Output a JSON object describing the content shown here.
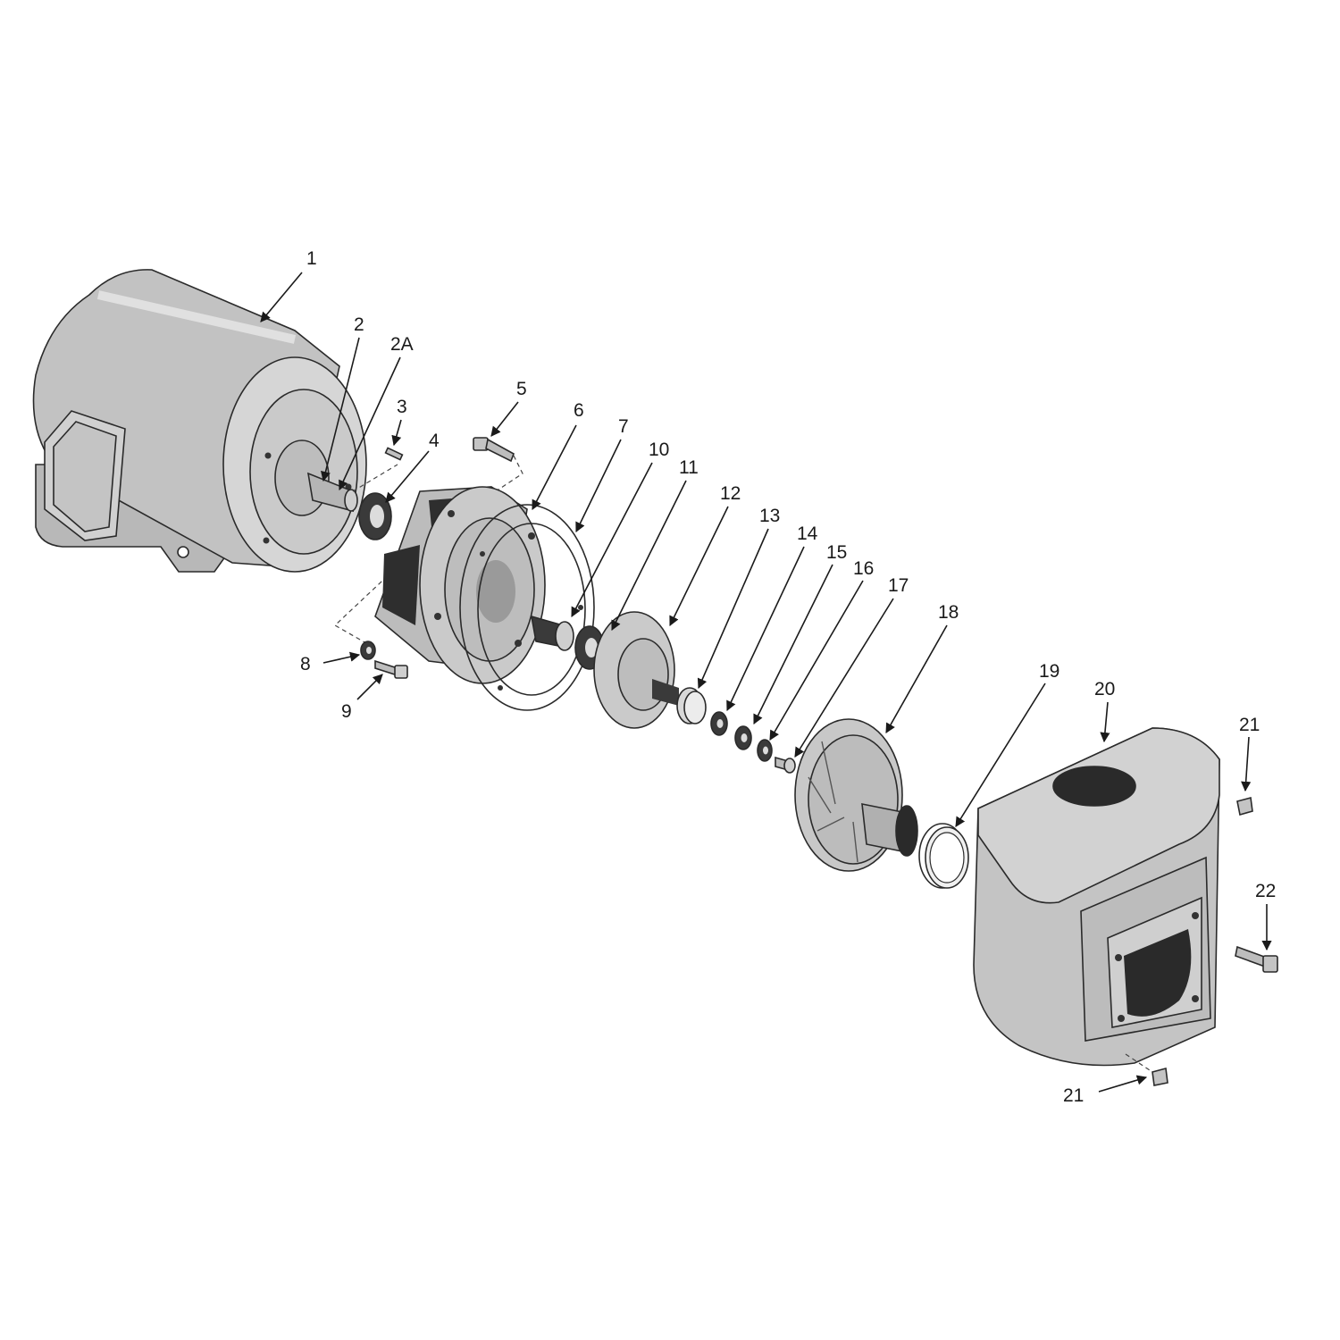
{
  "diagram": {
    "callouts": [
      {
        "id": "p1",
        "text": "1"
      },
      {
        "id": "p2",
        "text": "2"
      },
      {
        "id": "p2a",
        "text": "2A"
      },
      {
        "id": "p3",
        "text": "3"
      },
      {
        "id": "p4",
        "text": "4"
      },
      {
        "id": "p5",
        "text": "5"
      },
      {
        "id": "p6",
        "text": "6"
      },
      {
        "id": "p7",
        "text": "7"
      },
      {
        "id": "p10",
        "text": "10"
      },
      {
        "id": "p11",
        "text": "11"
      },
      {
        "id": "p12",
        "text": "12"
      },
      {
        "id": "p13",
        "text": "13"
      },
      {
        "id": "p14",
        "text": "14"
      },
      {
        "id": "p15",
        "text": "15"
      },
      {
        "id": "p16",
        "text": "16"
      },
      {
        "id": "p17",
        "text": "17"
      },
      {
        "id": "p18",
        "text": "18"
      },
      {
        "id": "p8",
        "text": "8"
      },
      {
        "id": "p9",
        "text": "9"
      },
      {
        "id": "p19",
        "text": "19"
      },
      {
        "id": "p20",
        "text": "20"
      },
      {
        "id": "p21a",
        "text": "21"
      },
      {
        "id": "p22",
        "text": "22"
      },
      {
        "id": "p21b",
        "text": "21"
      }
    ]
  }
}
